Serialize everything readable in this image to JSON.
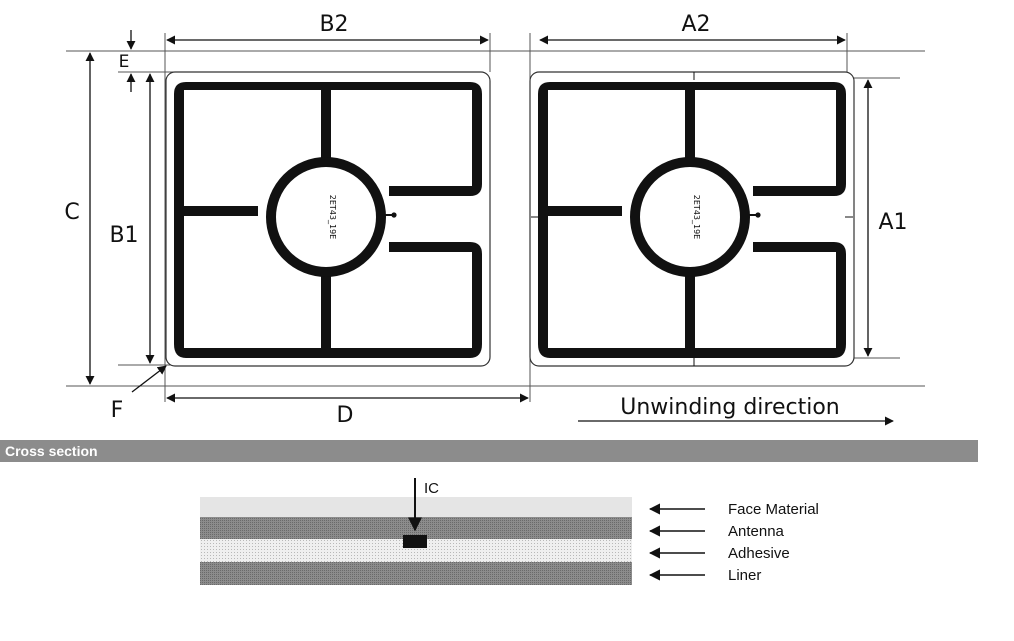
{
  "dimensions": {
    "a1": "A1",
    "a2": "A2",
    "b1": "B1",
    "b2": "B2",
    "c": "C",
    "d": "D",
    "e": "E",
    "f": "F"
  },
  "chip_marking": "2ET43_19E",
  "unwinding_direction": "Unwinding direction",
  "cross_section": {
    "title": "Cross section",
    "ic_label": "IC",
    "layers": [
      {
        "label": "Face Material",
        "color": "#e5e5e5"
      },
      {
        "label": "Antenna",
        "color": "#8c8c8c"
      },
      {
        "label": "Adhesive",
        "color": "#ededed"
      },
      {
        "label": "Liner",
        "color": "#8a8a8a"
      }
    ]
  },
  "colors": {
    "header_bar": "#8c8c8c",
    "antenna": "#111111"
  }
}
